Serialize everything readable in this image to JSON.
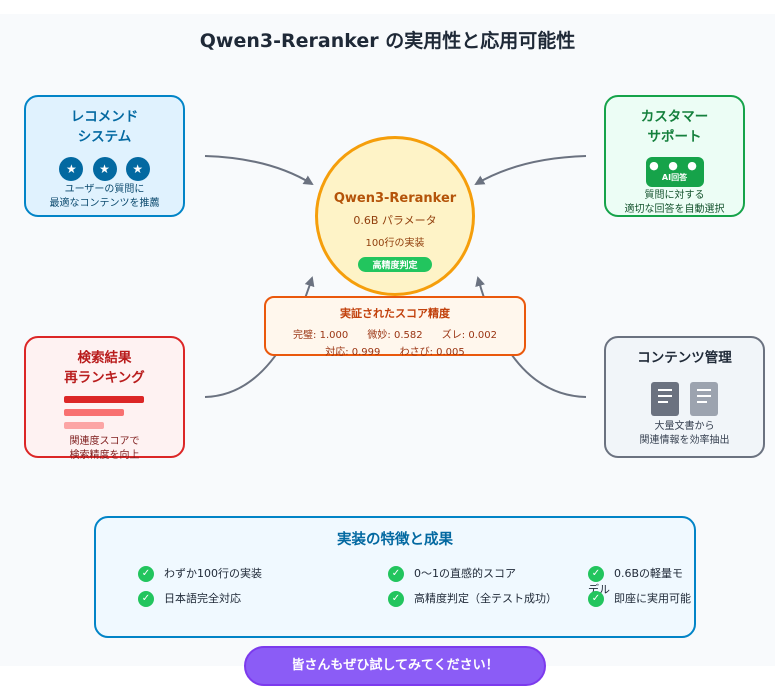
{
  "title": "Qwen3-Reranker の実用性と応用可能性",
  "center": {
    "name": "Qwen3-Reranker",
    "params": "0.6B パラメータ",
    "impl": "100行の実装",
    "badge": "高精度判定"
  },
  "cards": {
    "recommend": {
      "title_line1": "レコメンド",
      "title_line2": "システム",
      "star": "★",
      "desc_line1": "ユーザーの質問に",
      "desc_line2": "最適なコンテンツを推薦"
    },
    "support": {
      "title_line1": "カスタマー",
      "title_line2": "サポート",
      "bubble_dots": "● ● ●",
      "bubble_text": "AI回答",
      "desc_line1": "質問に対する",
      "desc_line2": "適切な回答を自動選択"
    },
    "search": {
      "title_line1": "検索結果",
      "title_line2": "再ランキング",
      "desc_line1": "関連度スコアで",
      "desc_line2": "検索精度を向上"
    },
    "content": {
      "title": "コンテンツ管理",
      "desc_line1": "大量文書から",
      "desc_line2": "関連情報を効率抽出"
    }
  },
  "scores": {
    "title": "実証されたスコア精度",
    "perfect": "完璧: 1.000",
    "subtle": "微妙: 0.582",
    "gap": "ズレ: 0.002",
    "response": "対応: 0.999",
    "wasabi": "わさび: 0.005"
  },
  "features": {
    "title": "実装の特徴と成果",
    "items": [
      "わずか100行の実装",
      "0〜1の直感的スコア",
      "0.6Bの軽量モデル",
      "日本語完全対応",
      "高精度判定（全テスト成功）",
      "即座に実用可能"
    ],
    "check": "✓"
  },
  "cta": "皆さんもぜひ試してみてください！",
  "colors": {
    "recommend": "#0284c7",
    "support": "#16a34a",
    "search": "#dc2626",
    "content": "#6b7280",
    "center": "#f59e0b",
    "scores": "#ea580c",
    "cta": "#8b5cf6"
  },
  "icons": [
    "star-icon",
    "chat-bubble-icon",
    "result-bars-icon",
    "document-icon",
    "check-icon",
    "arrow-icon"
  ]
}
